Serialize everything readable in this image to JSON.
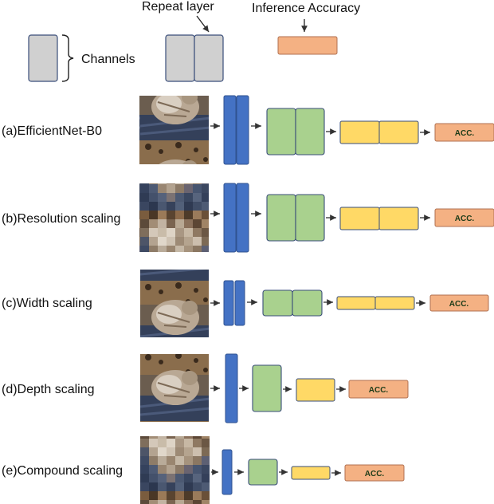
{
  "legend": {
    "repeat_layer": "Repeat layer",
    "inference_accuracy": "Inference Accuracy",
    "channels": "Channels"
  },
  "rows": [
    {
      "label": "(a)EfficientNet-B0",
      "acc_label": "ACC.",
      "image_kind": "cat-photo",
      "image_resolution": "full"
    },
    {
      "label": "(b)Resolution scaling",
      "acc_label": "ACC.",
      "image_kind": "cat-photo",
      "image_resolution": "pixelated"
    },
    {
      "label": "(c)Width scaling",
      "acc_label": "ACC.",
      "image_kind": "cat-photo",
      "image_resolution": "full"
    },
    {
      "label": "(d)Depth scaling",
      "acc_label": "ACC.",
      "image_kind": "cat-photo",
      "image_resolution": "full"
    },
    {
      "label": "(e)Compound scaling",
      "acc_label": "ACC.",
      "image_kind": "cat-photo",
      "image_resolution": "pixelated"
    }
  ],
  "colors": {
    "channel_gray": "#d0d0d0",
    "conv_blue": "#4472c4",
    "block_green": "#a9d18e",
    "block_yellow": "#ffd966",
    "acc_orange": "#f4b183",
    "outline": "#3a4e7a",
    "arrow": "#333333"
  }
}
